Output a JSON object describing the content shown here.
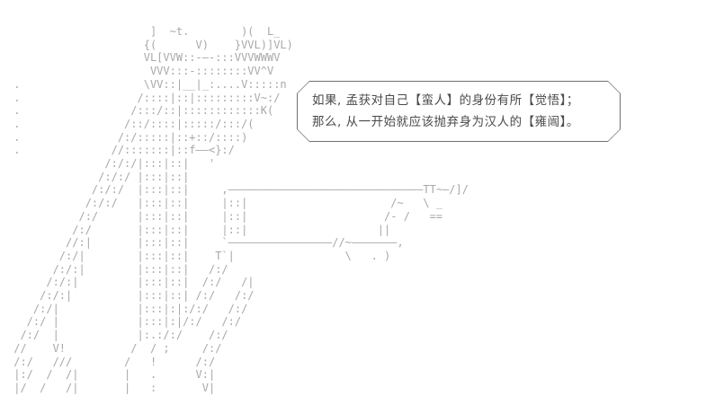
{
  "scene": {
    "dialogue": {
      "lines": [
        "如果, 孟获对自己【蛮人】的身份有所【觉悟】；",
        "那么, 从一开始就应该抛弃身为汉人的【雍闿】。"
      ]
    },
    "ascii_art": {
      "lines": [
        "                      ]  ~t.        )(  L_",
        "                     {(      V)    }VVL)]VL)",
        "                     VL[VVW::-—-:::VVVWWWV",
        "                      VVV:::-::::::::VV^V",
        " .                   \\VV::|__|_:....V:::::n",
        " .                  /::::|::|:::::::::V~:/",
        " .                 /:::/::|::::::::::::K(",
        " .                /::/::::|:::::/:::/(",
        " .               /:/:::::|::+::/::::)",
        " .              //:::::::|::f——<}:/",
        "               /:/:/|:::|::|   '",
        "              /:/:/ |:::|::|",
        "             /:/:/  |:::|::|     ,——————————————————————————————TT~—/]/",
        "            /:/:/   |:::|::|     |::|                      /~   \\ _",
        "           /:/      |:::|::|     |::|                     /- /   ==",
        "          /:/       |:::|::|     |::|                    ||",
        "         //:|       |:::|::|     `————————————————//~———————,",
        "        /:/|        |:::|::|    T`|                 \\   . )",
        "       /:/:|        |:::|::|   /:/",
        "      /:/:|         |:::|::|  /:/   /|",
        "     /:/:|          |:::|::| /:/   /:/",
        "    /:/|            |:::|:|:/:/   /:/",
        "   /:/ |            |:::|:|/:/   /:/",
        "  /:/  |            |:.:/:/    /:/",
        " //    V!          /  / ;     /:/",
        " /:/   ///        /   !      /:/",
        " |:/  /  /|       |   .      V:|",
        " |/  /   /|       |   :       V|"
      ]
    },
    "colors": {
      "art": "#a8a8a8",
      "dialogue_text": "#4a4a4a",
      "bubble_border": "#707070",
      "background": "#ffffff"
    }
  }
}
